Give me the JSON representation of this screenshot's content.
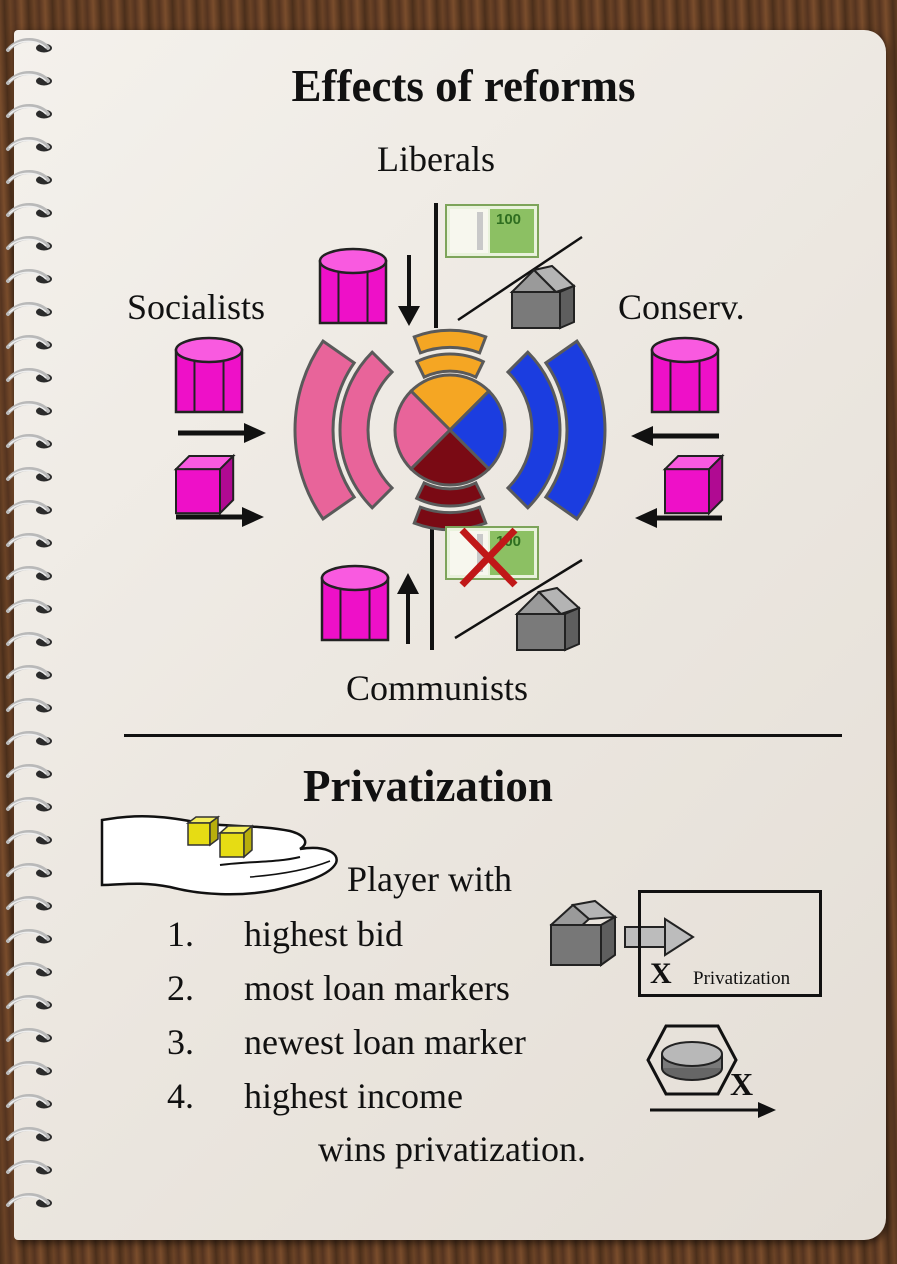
{
  "effects_title": "Effects of reforms",
  "parties": {
    "top": "Liberals",
    "left": "Socialists",
    "right": "Conserv.",
    "bottom": "Communists"
  },
  "privatization_title": "Privatization",
  "player_with": "Player with",
  "criteria": [
    {
      "num": "1.",
      "text": "highest bid"
    },
    {
      "num": "2.",
      "text": "most loan markers"
    },
    {
      "num": "3.",
      "text": "newest loan marker"
    },
    {
      "num": "4.",
      "text": "highest income"
    }
  ],
  "wins_text": "wins privatization.",
  "box_x": "X",
  "box_label": "Privatization",
  "track_x": "X",
  "colors": {
    "magenta": "#ee10c8",
    "socialists": "#e8649a",
    "liberals": "#f5a623",
    "conservatives": "#1b3de0",
    "communists": "#7a0a14",
    "house": "#7a7a7a",
    "cube": "#e6dc14"
  }
}
